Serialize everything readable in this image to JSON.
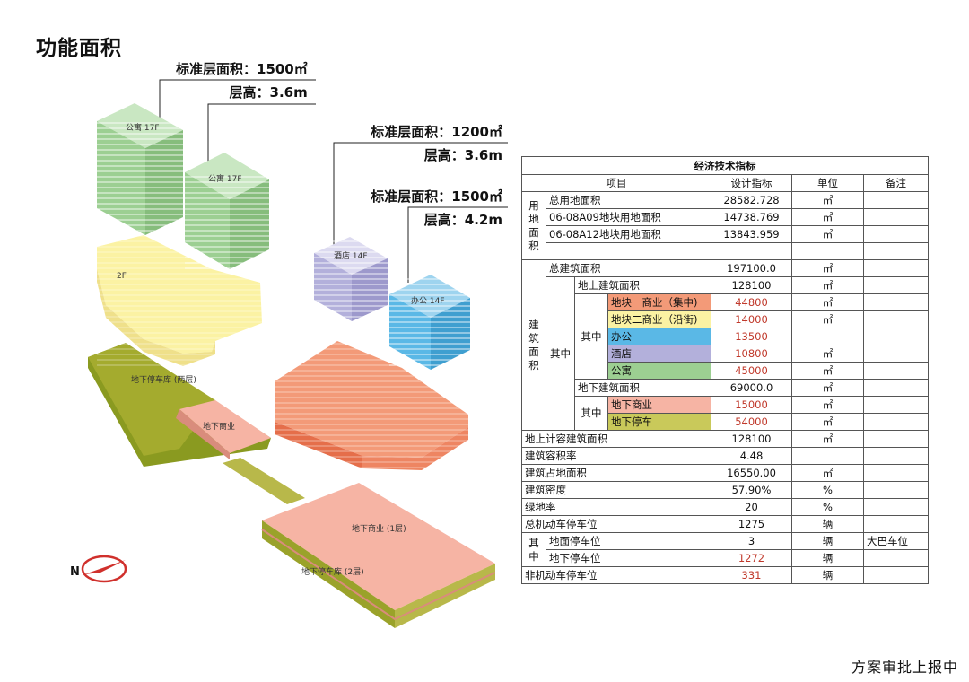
{
  "page": {
    "title": "功能面积",
    "footer": "方案审批上报中"
  },
  "callouts": [
    {
      "line1": "标准层面积：1500㎡",
      "line2": "层高：3.6m"
    },
    {
      "line1": "标准层面积：1200㎡",
      "line2": "层高：3.6m"
    },
    {
      "line1": "标准层面积：1500㎡",
      "line2": "层高：4.2m"
    }
  ],
  "building_labels": {
    "apt1": "公寓 17F",
    "apt2": "公寓 17F",
    "hotel": "酒店 14F",
    "office": "办公 14F",
    "podium_left": "2F",
    "underground_parking_left": "地下停车库 (两层)",
    "underground_commerce_1": "地下商业",
    "underground_commerce_2": "地下商业 (1层)",
    "underground_parking_2": "地下停车库 (2层)",
    "compass": "N"
  },
  "colors": {
    "commerce_concentrated": "#f39a78",
    "commerce_street": "#fbf2a3",
    "office": "#5ab8e6",
    "hotel": "#b3b0db",
    "apartment": "#9ccf92",
    "underground_commerce": "#f6b4a4",
    "underground_parking": "#c9c95a",
    "parking_dark": "#8a9a20"
  },
  "table": {
    "title": "经济技术指标",
    "headers": {
      "item": "项目",
      "value": "设计指标",
      "unit": "单位",
      "note": "备注"
    },
    "land": {
      "group": "用地面积",
      "rows": [
        {
          "label": "总用地面积",
          "value": "28582.728",
          "unit": "㎡",
          "note": ""
        },
        {
          "label": "06-08A09地块用地面积",
          "value": "14738.769",
          "unit": "㎡",
          "note": ""
        },
        {
          "label": "06-08A12地块用地面积",
          "value": "13843.959",
          "unit": "㎡",
          "note": ""
        }
      ]
    },
    "build": {
      "group": "建筑面积",
      "qizhong": "其中",
      "total": {
        "label": "总建筑面积",
        "value": "197100.0",
        "unit": "㎡"
      },
      "above": {
        "label": "地上建筑面积",
        "value": "128100",
        "unit": "㎡"
      },
      "above_items": [
        {
          "label": "地块一商业（集中)",
          "value": "44800",
          "unit": "㎡"
        },
        {
          "label": "地块二商业（沿街)",
          "value": "14000",
          "unit": "㎡"
        },
        {
          "label": "办公",
          "value": "13500",
          "unit": ""
        },
        {
          "label": "酒店",
          "value": "10800",
          "unit": "㎡"
        },
        {
          "label": "公寓",
          "value": "45000",
          "unit": "㎡"
        }
      ],
      "below": {
        "label": "地下建筑面积",
        "value": "69000.0",
        "unit": "㎡"
      },
      "below_items": [
        {
          "label": "地下商业",
          "value": "15000",
          "unit": "㎡"
        },
        {
          "label": "地下停车",
          "value": "54000",
          "unit": "㎡"
        }
      ]
    },
    "others": [
      {
        "label": "地上计容建筑面积",
        "value": "128100",
        "unit": "㎡"
      },
      {
        "label": "建筑容积率",
        "value": "4.48",
        "unit": ""
      },
      {
        "label": "建筑占地面积",
        "value": "16550.00",
        "unit": "㎡"
      },
      {
        "label": "建筑密度",
        "value": "57.90%",
        "unit": "%"
      },
      {
        "label": "绿地率",
        "value": "20",
        "unit": "%"
      },
      {
        "label": "总机动车停车位",
        "value": "1275",
        "unit": "辆"
      }
    ],
    "parking": {
      "group": "其中",
      "rows": [
        {
          "label": "地面停车位",
          "value": "3",
          "unit": "辆",
          "note": "大巴车位"
        },
        {
          "label": "地下停车位",
          "value": "1272",
          "unit": "辆",
          "note": ""
        }
      ]
    },
    "nonmotor": {
      "label": "非机动车停车位",
      "value": "331",
      "unit": "辆"
    }
  }
}
